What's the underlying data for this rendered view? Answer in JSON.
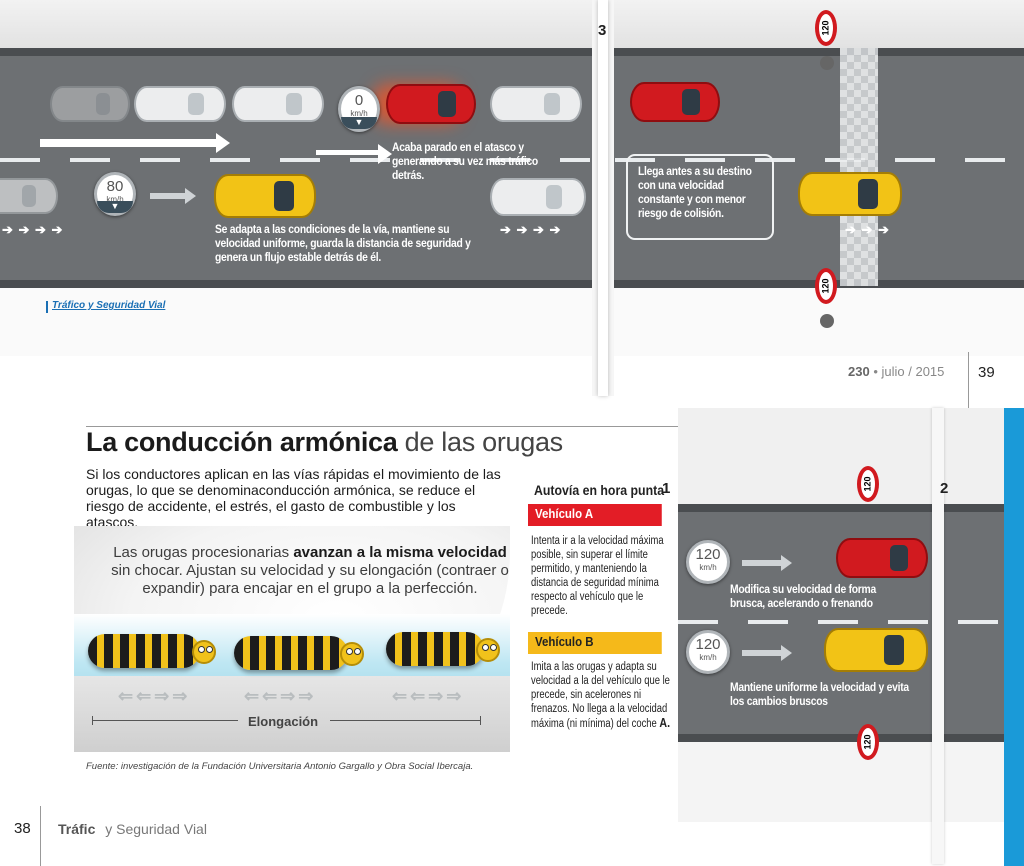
{
  "top_spread": {
    "section_number": "3",
    "speed_sign_left": {
      "value": "80",
      "unit": "km/h"
    },
    "speed_sign_stopped": {
      "value": "0",
      "unit": "km/h"
    },
    "speed_limit_sign": "120",
    "text_stopped_car": "Acaba parado en el atasco y generando a su vez más tráfico detrás.",
    "text_yellow_car": "Se adapta a las condiciones de la vía, mantiene su velocidad uniforme, guarda la distancia de seguridad y genera un flujo estable detrás de él.",
    "callout_text": "Llega antes a su destino con una velocidad constante y con menor riesgo de colisión.",
    "section_label": "Tráfico y Seguridad Vial",
    "folio_issue": "230",
    "folio_separator": "•",
    "folio_date": "julio / 2015",
    "page_number": "39"
  },
  "bottom_page": {
    "title_bold": "La conducción armónica",
    "title_light": "de las orugas",
    "intro": "Si los conductores aplican en las vías rápidas el movimiento de las orugas, lo que se denominaconducción armónica, se reduce el riesgo de accidente, el estrés, el gasto de combustible y los atascos.",
    "orugas_lead": "Las orugas procesionarias",
    "orugas_bold": "avanzan a la misma velocidad",
    "orugas_rest": "sin chocar. Ajustan su velocidad y su elongación (contraer o expandir) para encajar en el grupo a la perfección.",
    "elongation_label": "Elongación",
    "source": "Fuente: investigación de la Fundación Universitaria Antonio Gargallo y Obra Social Ibercaja.",
    "scenario_title": "Autovía en hora punta",
    "scenario_number": "1",
    "vehicle_a": {
      "label": "Vehículo A",
      "color": "#e31d26",
      "text": "Intenta ir a la velocidad máxima posible, sin superar el límite permitido, y manteniendo la distancia de seguridad mínima respecto al vehículo que le precede."
    },
    "vehicle_b": {
      "label": "Vehículo B",
      "color": "#f5b91a",
      "text_main": "Imita a las orugas y adapta su velocidad a la del vehículo que le precede, sin acelerones ni frenazos. No llega a la velocidad máxima (ni mínima) del coche",
      "text_bold": "A."
    },
    "section_number_right": "2",
    "speed_sign_a": {
      "value": "120",
      "unit": "km/h"
    },
    "speed_sign_b": {
      "value": "120",
      "unit": "km/h"
    },
    "speed_limit_sign": "120",
    "red_car_text": "Modifica su velocidad de forma brusca, acelerando o frenando",
    "yellow_car_text": "Mantiene uniforme la velocidad y evita los cambios bruscos",
    "page_number": "38",
    "brand_bold": "Tráfic",
    "brand_rest": "y Seguridad Vial",
    "accent_color": "#1a9ad8"
  }
}
